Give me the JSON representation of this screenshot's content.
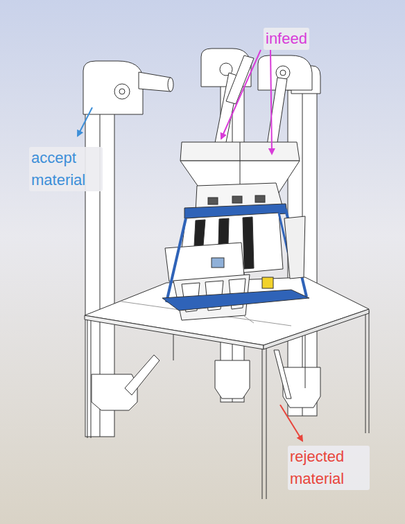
{
  "diagram": {
    "labels": [
      "infeed",
      "accept material",
      "rejected material"
    ]
  }
}
